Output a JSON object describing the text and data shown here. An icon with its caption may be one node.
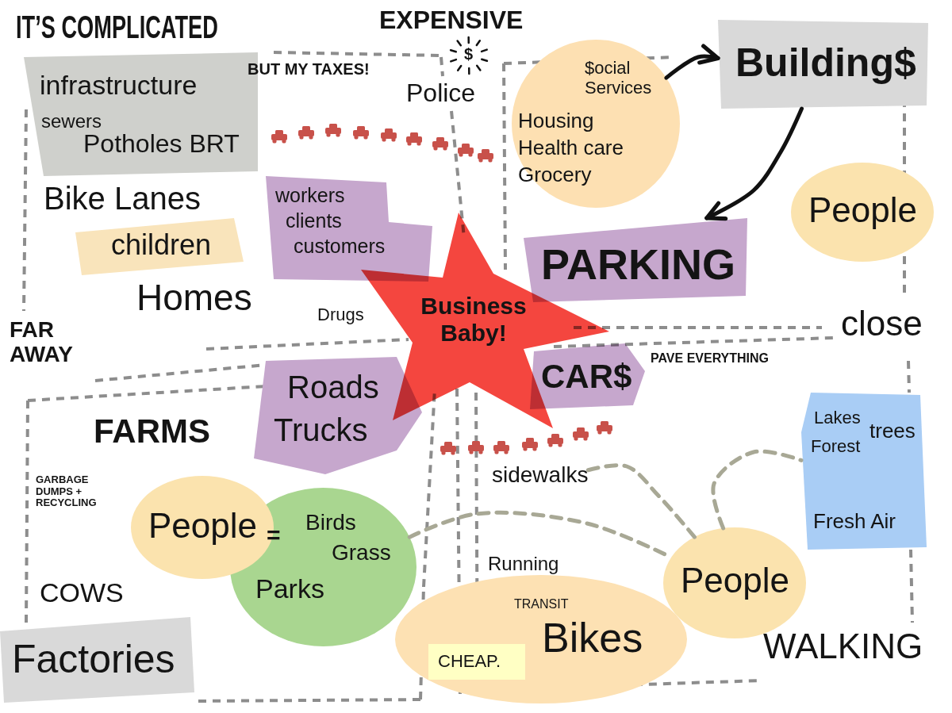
{
  "diagram": {
    "title": "IT’S COMPLICATED",
    "nodes": [
      {
        "text": [
          "infrastructure",
          "sewers",
          "Potholes BRT"
        ]
      },
      {
        "text": [
          "$ocial Services",
          "Housing",
          "Health care",
          "Grocery"
        ]
      },
      {
        "text": [
          "Building$"
        ]
      },
      {
        "text": [
          "workers",
          "clients",
          "customers"
        ]
      },
      {
        "text": [
          "children"
        ]
      },
      {
        "text": [
          "People"
        ]
      },
      {
        "text": [
          "PARKING"
        ]
      },
      {
        "text": [
          "Business Baby!"
        ]
      },
      {
        "text": [
          "CAR$"
        ],
        "beside": [
          "PAVE EVERYTHING"
        ]
      },
      {
        "text": [
          "Roads",
          "Trucks"
        ]
      },
      {
        "text": [
          "Lakes",
          "trees",
          "Forest",
          "Fresh Air"
        ]
      },
      {
        "text": [
          "sidewalks"
        ]
      },
      {
        "text": [
          "People"
        ]
      },
      {
        "text": [
          "Birds",
          "Grass",
          "Parks"
        ]
      },
      {
        "text": [
          "People"
        ]
      },
      {
        "text": [
          "TRANSIT",
          "Bikes"
        ]
      },
      {
        "text": [
          "CHEAP."
        ],
        "in": 15
      },
      {
        "text": [
          "Factories"
        ]
      }
    ],
    "edges": [
      {
        "from": 1,
        "to": 2,
        "arrow": "to",
        "color": "#111111"
      },
      {
        "from": 2,
        "to": 6,
        "arrow": "to",
        "color": "#111111"
      },
      {
        "from": 11,
        "to": 14,
        "arrow": "none",
        "style": "dashed"
      },
      {
        "from": 13,
        "to": 14,
        "arrow": "none",
        "style": "dashed"
      },
      {
        "from": 14,
        "to": 10,
        "arrow": "none",
        "style": "dashed"
      }
    ],
    "labels": [
      "EXPENSIVE",
      "$",
      "BUT MY TAXES!",
      "Police",
      "Bike Lanes",
      "Homes",
      "Drugs",
      "FAR AWAY",
      "close",
      "FARMS",
      "GARBAGE DUMPS + RECYCLING",
      "=",
      "COWS",
      "Running",
      "WALKING"
    ]
  }
}
